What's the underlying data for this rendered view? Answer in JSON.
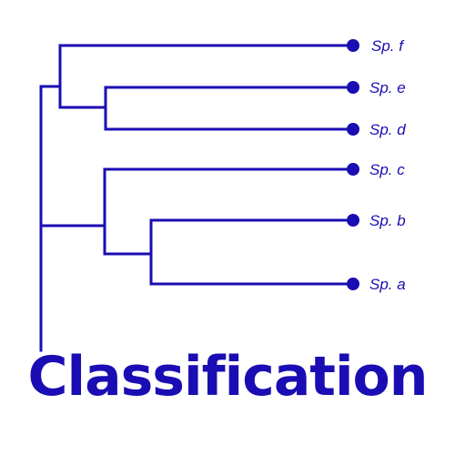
{
  "diagram": {
    "type": "cladogram",
    "color": "#1a0db3",
    "leaves": [
      {
        "id": "f",
        "label": "Sp. f"
      },
      {
        "id": "e",
        "label": "Sp. e"
      },
      {
        "id": "d",
        "label": "Sp. d"
      },
      {
        "id": "c",
        "label": "Sp. c"
      },
      {
        "id": "b",
        "label": "Sp. b"
      },
      {
        "id": "a",
        "label": "Sp. a"
      }
    ],
    "topology": "((Sp. f,(Sp. e,Sp. d)),(Sp. c,(Sp. b,Sp. a)))"
  },
  "title": "Classification"
}
